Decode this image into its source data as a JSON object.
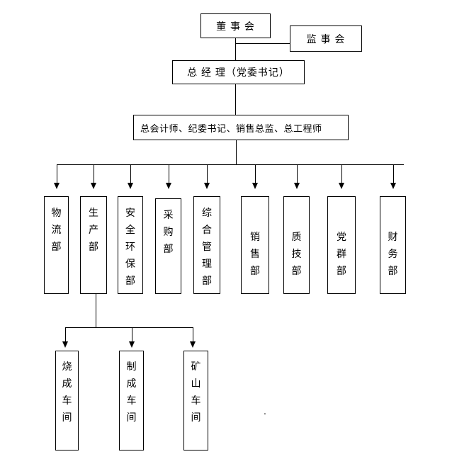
{
  "org": {
    "board": "董 事 会",
    "supervisory": "监 事 会",
    "general_manager": "总 经 理（党委书记）",
    "staff_line": "总会计师、纪委书记、销售总监、总工程师",
    "departments": [
      "物流部",
      "生产部",
      "安全环保部",
      "采购部",
      "综合管理部",
      "销售部",
      "质技部",
      "党群部",
      "财务部"
    ],
    "production_workshops": [
      "烧成车间",
      "制成车间",
      "矿山车间"
    ],
    "workshops_parent": "生产部",
    "stray_mark": "."
  },
  "edges": [
    {
      "from": "董事会",
      "to": "总经理（党委书记）"
    },
    {
      "from": "董事会",
      "to": "监事会"
    },
    {
      "from": "总经理（党委书记）",
      "to": "总会计师、纪委书记、销售总监、总工程师"
    },
    {
      "from": "总会计师、纪委书记、销售总监、总工程师",
      "to": "物流部 生产部 安全环保部 采购部 综合管理部 销售部 质技部 党群部 财务部"
    },
    {
      "from": "生产部",
      "to": "烧成车间 制成车间 矿山车间"
    }
  ],
  "colors": {
    "background": "#ffffff",
    "line": "#000000",
    "text": "#000000"
  }
}
